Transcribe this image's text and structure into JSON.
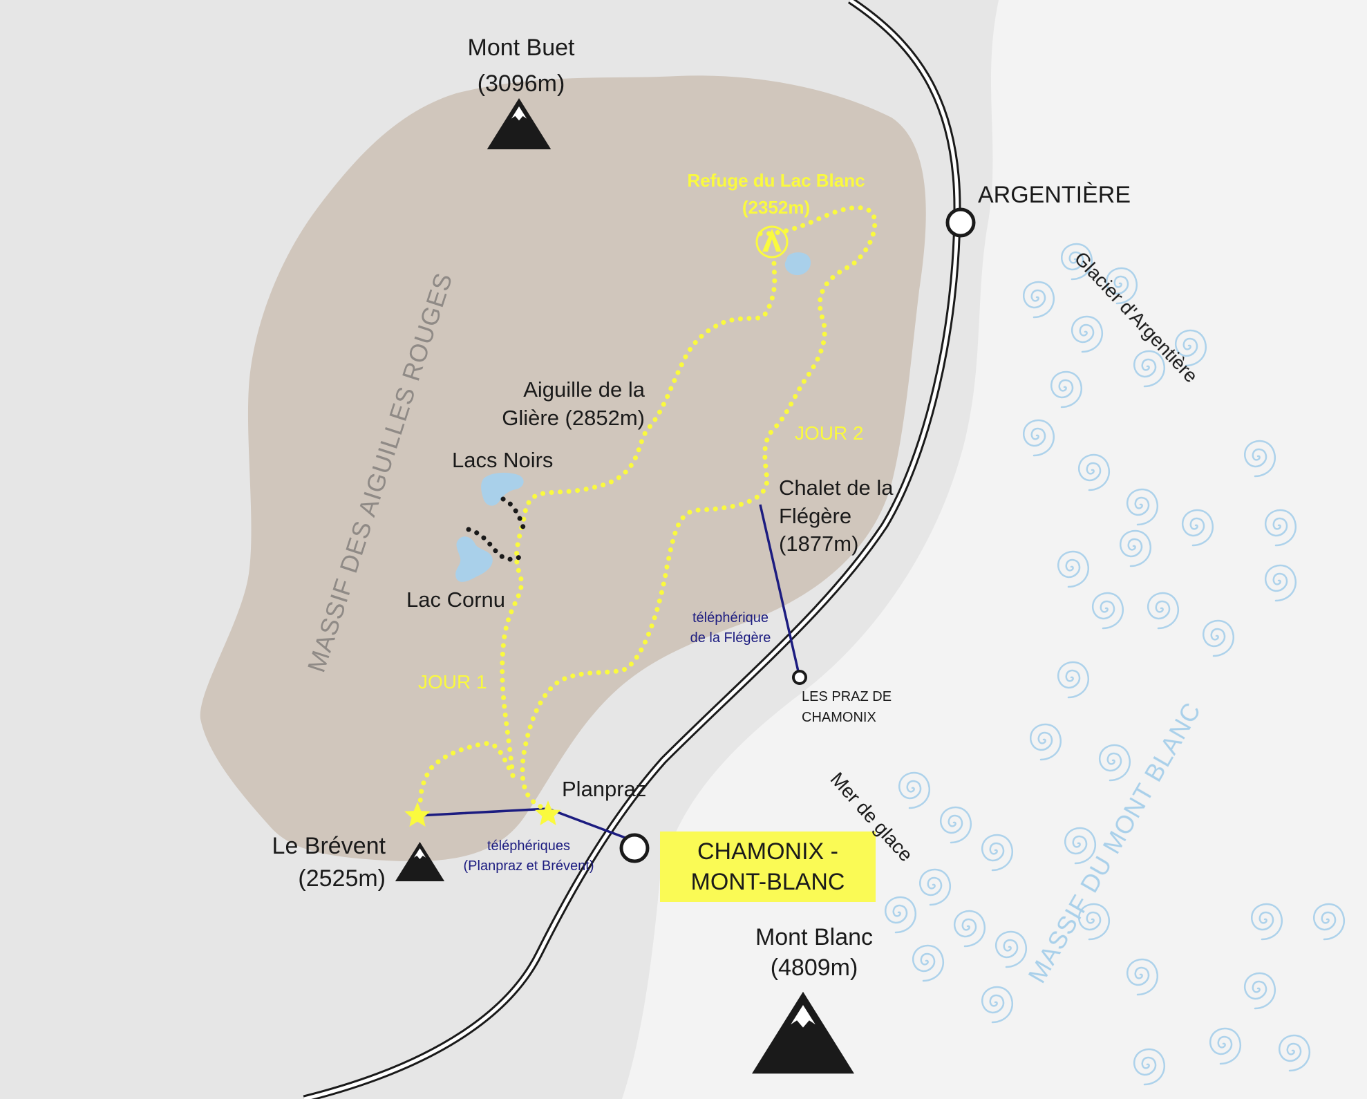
{
  "colors": {
    "background": "#e6e6e6",
    "aiguilles_massif": "#d0c6bc",
    "mont_blanc_massif": "#f3f3f3",
    "trail": "#fafa3e",
    "cable_car": "#1c1c80",
    "lake": "#a9d0ea",
    "glacier_swirl": "#a9d0ea",
    "highlight_box": "#fafa55"
  },
  "massifs": {
    "aiguilles_rouges": "MASSIF DES AIGUILLES ROUGES",
    "mont_blanc": "MASSIF DU MONT BLANC"
  },
  "peaks": {
    "mont_buet": {
      "name": "Mont Buet",
      "altitude": "(3096m)",
      "icon": "mountain-peak-icon"
    },
    "le_brevent": {
      "name": "Le Brévent",
      "altitude": "(2525m)",
      "icon": "mountain-peak-icon"
    },
    "mont_blanc": {
      "name": "Mont Blanc",
      "altitude": "(4809m)",
      "icon": "mountain-peak-icon"
    }
  },
  "refuge": {
    "name": "Refuge du Lac Blanc",
    "altitude": "(2352m)",
    "icon": "tent-icon"
  },
  "places": {
    "aiguille_gliere": {
      "line1": "Aiguille de la",
      "line2": "Glière (2852m)"
    },
    "lacs_noirs": "Lacs Noirs",
    "lac_cornu": "Lac Cornu",
    "chalet_flegere": {
      "line1": "Chalet de la",
      "line2": "Flégère",
      "line3": "(1877m)"
    },
    "planpraz": "Planpraz"
  },
  "stages": {
    "day1": "JOUR 1",
    "day2": "JOUR 2"
  },
  "towns": {
    "argentiere": "ARGENTIÈRE",
    "les_praz": {
      "line1": "LES PRAZ DE",
      "line2": "CHAMONIX"
    },
    "chamonix": {
      "line1": "CHAMONIX -",
      "line2": "MONT-BLANC"
    }
  },
  "cable_cars": {
    "flegere": {
      "line1": "téléphérique",
      "line2": "de la Flégère"
    },
    "planpraz_brevent": {
      "line1": "téléphériques",
      "line2": "(Planpraz et Brévent)"
    }
  },
  "glaciers": {
    "argentiere": "Glacier d'Argentière",
    "mer_de_glace": "Mer de glace"
  }
}
